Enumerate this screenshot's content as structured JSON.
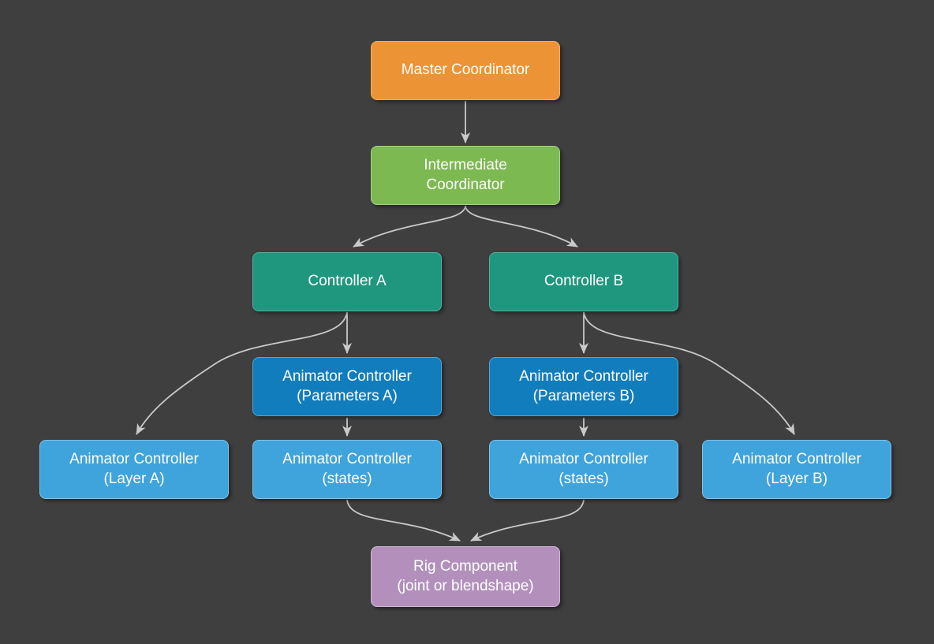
{
  "canvas": {
    "background": "#3f3f40",
    "edge_color": "#c9c9c9",
    "text_color": "#ffffff"
  },
  "nodes": [
    {
      "id": "master-coordinator",
      "label": "Master Coordinator",
      "fill": "#ec9435",
      "stroke": "#f2ae5d"
    },
    {
      "id": "intermediate-coordinator",
      "label": "Intermediate\nCoordinator",
      "fill": "#7cb950",
      "stroke": "#a6d285"
    },
    {
      "id": "controller-a",
      "label": "Controller A",
      "fill": "#1f977f",
      "stroke": "#54b3a0"
    },
    {
      "id": "controller-b",
      "label": "Controller B",
      "fill": "#1f977f",
      "stroke": "#54b3a0"
    },
    {
      "id": "animator-controller-parameters-a",
      "label": "Animator Controller\n(Parameters A)",
      "fill": "#127dbd",
      "stroke": "#53a8d8"
    },
    {
      "id": "animator-controller-parameters-b",
      "label": "Animator Controller\n(Parameters B)",
      "fill": "#127dbd",
      "stroke": "#53a8d8"
    },
    {
      "id": "animator-controller-layer-a",
      "label": "Animator Controller\n(Layer A)",
      "fill": "#3fa3dc",
      "stroke": "#7fc4e8"
    },
    {
      "id": "animator-controller-states-left",
      "label": "Animator Controller\n(states)",
      "fill": "#3fa3dc",
      "stroke": "#7fc4e8"
    },
    {
      "id": "animator-controller-states-right",
      "label": "Animator Controller\n(states)",
      "fill": "#3fa3dc",
      "stroke": "#7fc4e8"
    },
    {
      "id": "animator-controller-layer-b",
      "label": "Animator Controller\n(Layer B)",
      "fill": "#3fa3dc",
      "stroke": "#7fc4e8"
    },
    {
      "id": "rig-component",
      "label": "Rig Component\n(joint or blendshape)",
      "fill": "#b290bb",
      "stroke": "#cfb6d6"
    }
  ],
  "edges": [
    {
      "from": "master-coordinator",
      "to": "intermediate-coordinator"
    },
    {
      "from": "intermediate-coordinator",
      "to": "controller-a"
    },
    {
      "from": "intermediate-coordinator",
      "to": "controller-b"
    },
    {
      "from": "controller-a",
      "to": "animator-controller-parameters-a"
    },
    {
      "from": "controller-a",
      "to": "animator-controller-layer-a"
    },
    {
      "from": "controller-b",
      "to": "animator-controller-parameters-b"
    },
    {
      "from": "controller-b",
      "to": "animator-controller-layer-b"
    },
    {
      "from": "animator-controller-parameters-a",
      "to": "animator-controller-states-left"
    },
    {
      "from": "animator-controller-parameters-b",
      "to": "animator-controller-states-right"
    },
    {
      "from": "animator-controller-states-left",
      "to": "rig-component"
    },
    {
      "from": "animator-controller-states-right",
      "to": "rig-component"
    }
  ]
}
